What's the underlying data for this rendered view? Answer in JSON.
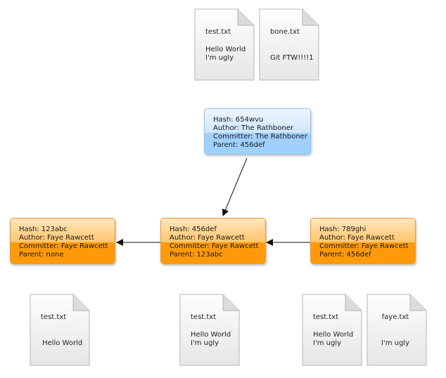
{
  "files": {
    "top_test": {
      "name": "test.txt",
      "content": "Hello World\nI'm ugly"
    },
    "top_bone": {
      "name": "bone.txt",
      "content": "Git FTW!!!!1"
    },
    "bottom_left_test": {
      "name": "test.txt",
      "content": "Hello World"
    },
    "bottom_mid_test": {
      "name": "test.txt",
      "content": "Hello World\nI'm ugly"
    },
    "bottom_right_test": {
      "name": "test.txt",
      "content": "Hello World\nI'm ugly"
    },
    "bottom_right_faye": {
      "name": "faye.txt",
      "content": "I'm ugly"
    }
  },
  "commits": {
    "c654": {
      "hash": "Hash: 654wvu",
      "author": "Author: The Rathboner",
      "committer": "Committer: The Rathboner",
      "parent": "Parent: 456def"
    },
    "c123": {
      "hash": "Hash: 123abc",
      "author": "Author: Faye Rawcett",
      "committer": "Committer: Faye Rawcett",
      "parent": "Parent: none"
    },
    "c456": {
      "hash": "Hash: 456def",
      "author": "Author: Faye Rawcett",
      "committer": "Committer: Faye Rawcett",
      "parent": "Parent: 123abc"
    },
    "c789": {
      "hash": "Hash: 789ghi",
      "author": "Author: Faye Rawcett",
      "committer": "Committer: Faye Rawcett",
      "parent": "Parent: 456def"
    }
  },
  "colors": {
    "orange_accent": "#ff9a0a",
    "blue_accent": "#9fd0fb",
    "arrow": "#111111"
  },
  "icons": {
    "file": "document-icon"
  }
}
